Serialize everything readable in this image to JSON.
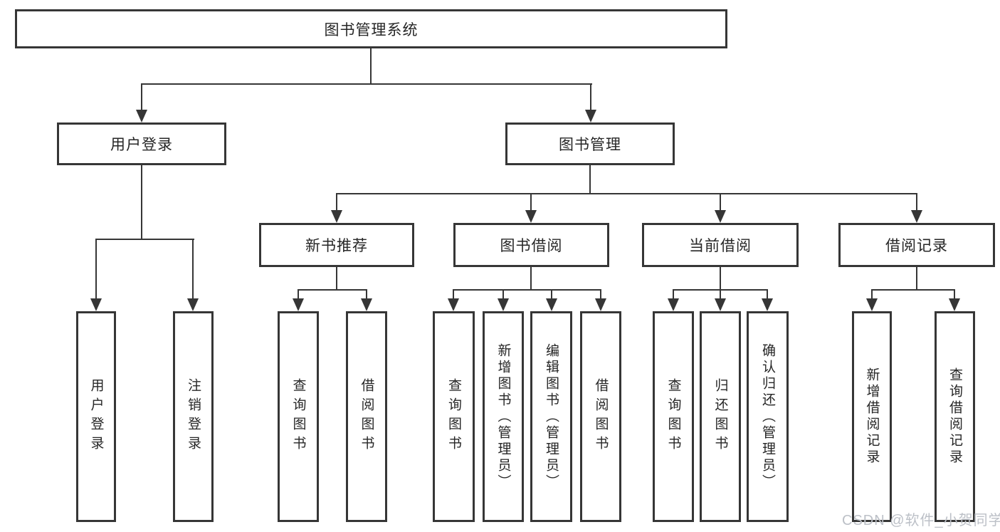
{
  "colors": {
    "line": "#363636",
    "border": "#363636",
    "box_bg": "#ffffff",
    "text": "#262626",
    "watermark": "#bcc0c7"
  },
  "nodes": {
    "root": {
      "label": "图书管理系统"
    },
    "user_login": {
      "label": "用户登录"
    },
    "book_mgmt": {
      "label": "图书管理"
    },
    "new_rec": {
      "label": "新书推荐"
    },
    "book_borrow": {
      "label": "图书借阅"
    },
    "cur_borrow": {
      "label": "当前借阅"
    },
    "borrow_rec": {
      "label": "借阅记录"
    },
    "leaf_user_login": {
      "label": "用户登录"
    },
    "leaf_logout": {
      "label": "注销登录"
    },
    "leaf_rec_query": {
      "label": "查询图书"
    },
    "leaf_rec_borrow": {
      "label": "借阅图书"
    },
    "leaf_bb_query": {
      "label": "查询图书"
    },
    "leaf_bb_add": {
      "label": "新增图书（管理员）"
    },
    "leaf_bb_edit": {
      "label": "编辑图书（管理员）"
    },
    "leaf_bb_borrow": {
      "label": "借阅图书"
    },
    "leaf_cb_query": {
      "label": "查询图书"
    },
    "leaf_cb_return": {
      "label": "归还图书"
    },
    "leaf_cb_confirm": {
      "label": "确认归还（管理员）"
    },
    "leaf_br_add": {
      "label": "新增借阅记录"
    },
    "leaf_br_query": {
      "label": "查询借阅记录"
    }
  },
  "watermark": {
    "text": "CSDN @软件_小贺同学"
  }
}
